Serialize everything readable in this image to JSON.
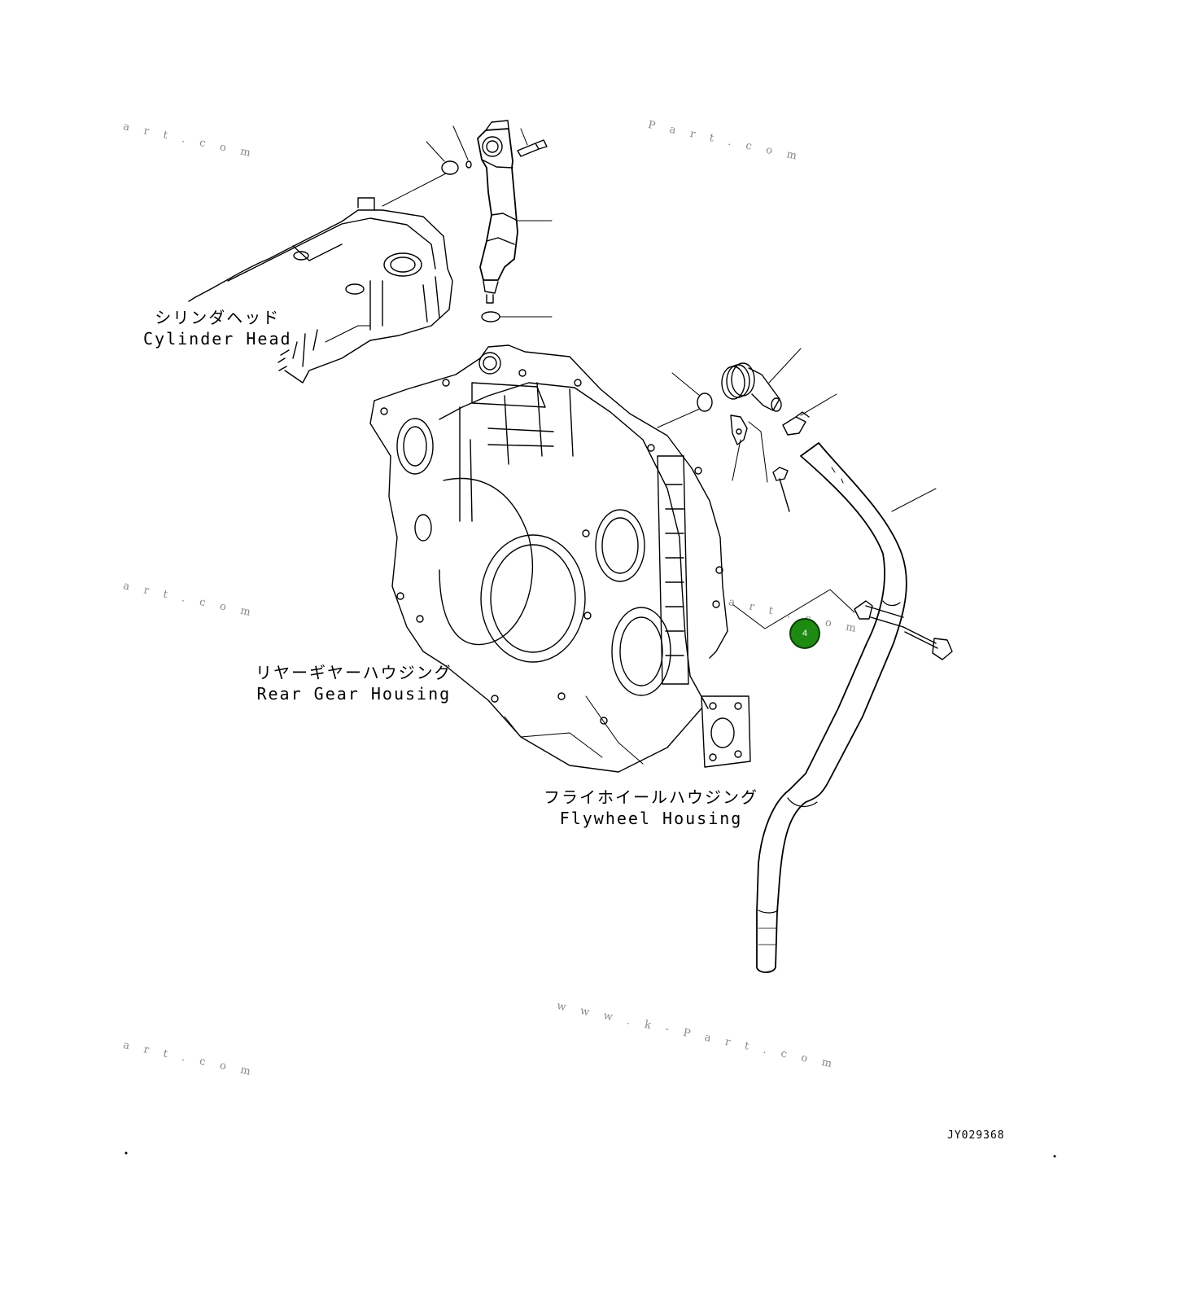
{
  "labels": {
    "cylinder_head_jp": "シリンダヘッド",
    "cylinder_head_en": "Cylinder Head",
    "rear_gear_housing_jp": "リヤーギヤーハウジング",
    "rear_gear_housing_en": "Rear Gear Housing",
    "flywheel_housing_jp": "フライホイールハウジング",
    "flywheel_housing_en": "Flywheel Housing"
  },
  "callout": {
    "number": "4",
    "color": "#1d8a12"
  },
  "drawing_code": "JY029368",
  "watermarks": [
    "a r t . c o m",
    "P a r t . c o m",
    "a r t . c o m",
    "a r t . c o m",
    "a r t . c o m",
    "w w w . k - P a r t . c o m"
  ]
}
